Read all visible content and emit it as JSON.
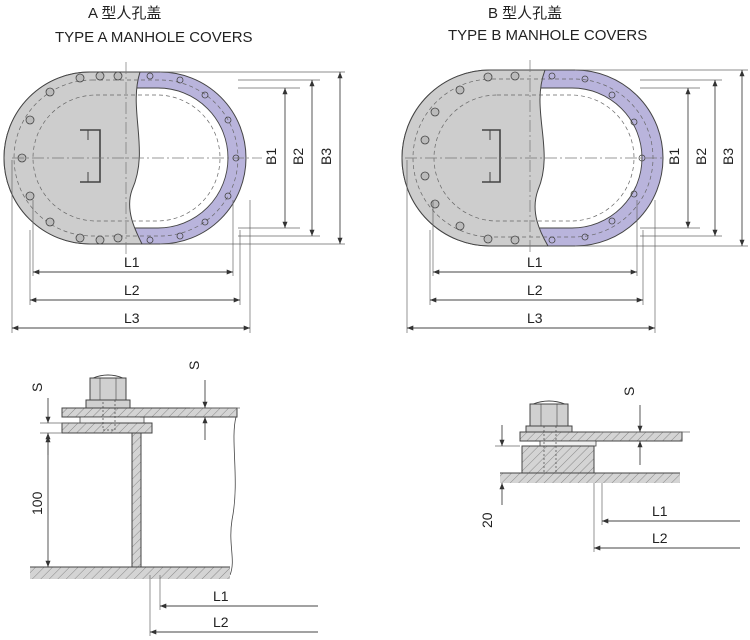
{
  "titles": {
    "a_cn": "A 型人孔盖",
    "a_en": "TYPE A MANHOLE COVERS",
    "b_cn": "B 型人孔盖",
    "b_en": "TYPE B MANHOLE COVERS"
  },
  "dims": {
    "L1": "L1",
    "L2": "L2",
    "L3": "L3",
    "B1": "B1",
    "B2": "B2",
    "B3": "B3",
    "S": "S",
    "h100": "100",
    "h20": "20"
  },
  "colors": {
    "cover_gray": "#cfcfcf",
    "flange_purple": "#b9b4dc",
    "outline": "#444444"
  }
}
